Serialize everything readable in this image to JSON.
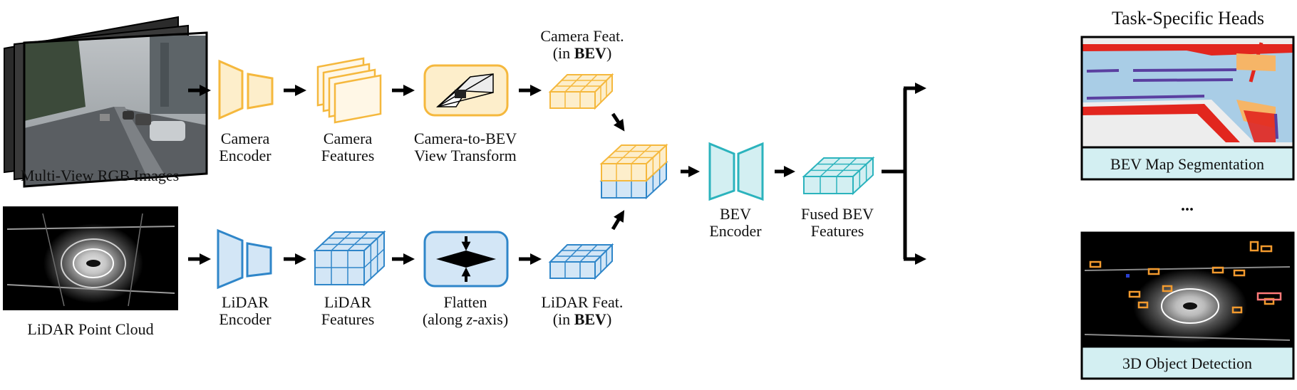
{
  "title": "Task-Specific Heads",
  "inputs": {
    "camera_label": "Multi-View RGB Images",
    "lidar_label": "LiDAR Point Cloud"
  },
  "camera_branch": {
    "encoder": [
      "Camera",
      "Encoder"
    ],
    "features": [
      "Camera",
      "Features"
    ],
    "transform": [
      "Camera-to-BEV",
      "View Transform"
    ],
    "bev_feat": [
      "Camera Feat.",
      "(in ",
      "BEV",
      ")"
    ]
  },
  "lidar_branch": {
    "encoder": [
      "LiDAR",
      "Encoder"
    ],
    "features": [
      "LiDAR",
      "Features"
    ],
    "flatten": [
      "Flatten",
      "(along ",
      "z",
      "-axis)"
    ],
    "bev_feat": [
      "LiDAR Feat.",
      "(in ",
      "BEV",
      ")"
    ]
  },
  "fusion": {
    "encoder": [
      "BEV",
      "Encoder"
    ],
    "fused": [
      "Fused BEV",
      "Features"
    ]
  },
  "heads": {
    "segmentation": "BEV Map Segmentation",
    "ellipsis": "...",
    "detection": "3D Object Detection"
  },
  "colors": {
    "camera_stroke": "#f5b83d",
    "camera_fill": "#fdeecb",
    "lidar_stroke": "#2f86c9",
    "lidar_fill": "#d3e6f6",
    "bev_stroke": "#2bb3bd",
    "bev_fill": "#d3eff2",
    "head_label_bg": "#d3eff2"
  }
}
